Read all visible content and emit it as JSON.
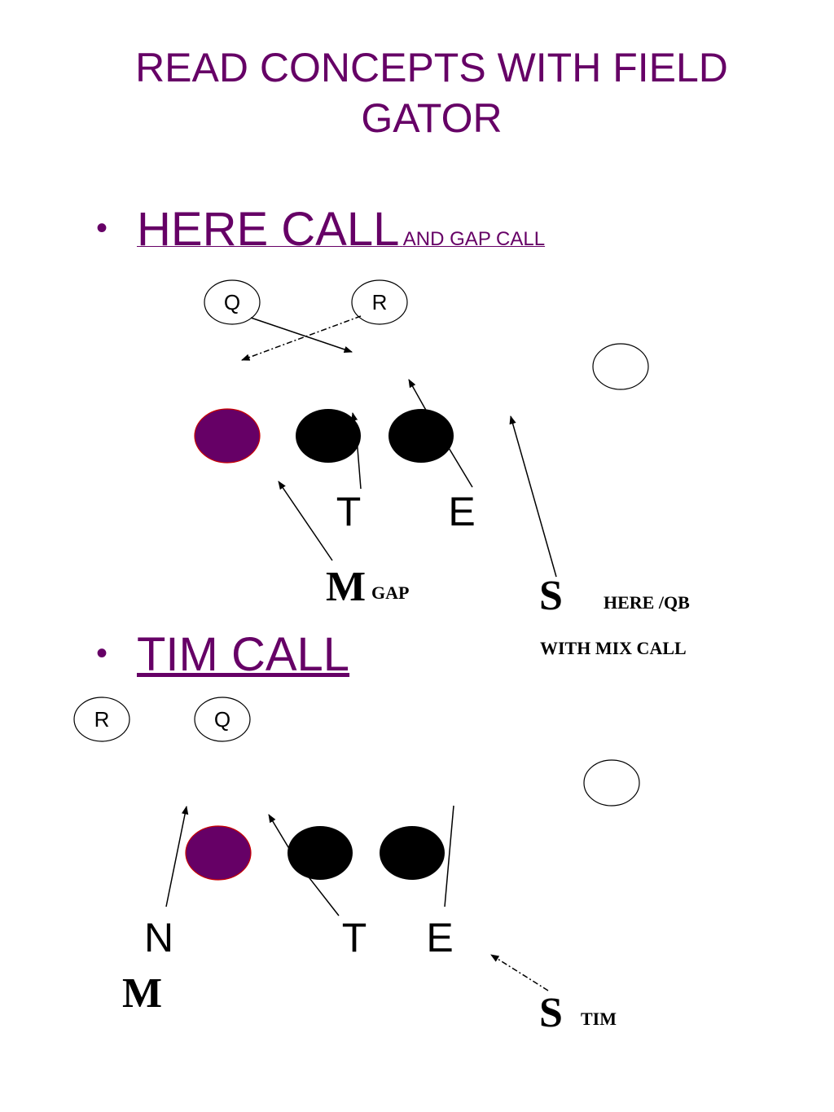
{
  "title": "READ CONCEPTS WITH FIELD GATOR",
  "section1": {
    "bullet": "•",
    "heading_main": "HERE CALL",
    "heading_sub": "AND GAP CALL",
    "q_label": "Q",
    "r_label": "R",
    "t_label": "T",
    "e_label": "E",
    "m_label": "M",
    "m_sub": "GAP",
    "s_label": "S",
    "s_note": "HERE /QB",
    "s_note2": "WITH MIX CALL"
  },
  "section2": {
    "bullet": "•",
    "heading": "TIM CALL",
    "r_label": "R",
    "q_label": "Q",
    "n_label": "N",
    "t_label": "T",
    "e_label": "E",
    "m_label": "M",
    "s_label": "S",
    "s_sub": "TIM"
  },
  "colors": {
    "title": "#660066",
    "purple_player": "#660066",
    "purple_outline": "#cc0000",
    "black_player": "#000000"
  }
}
